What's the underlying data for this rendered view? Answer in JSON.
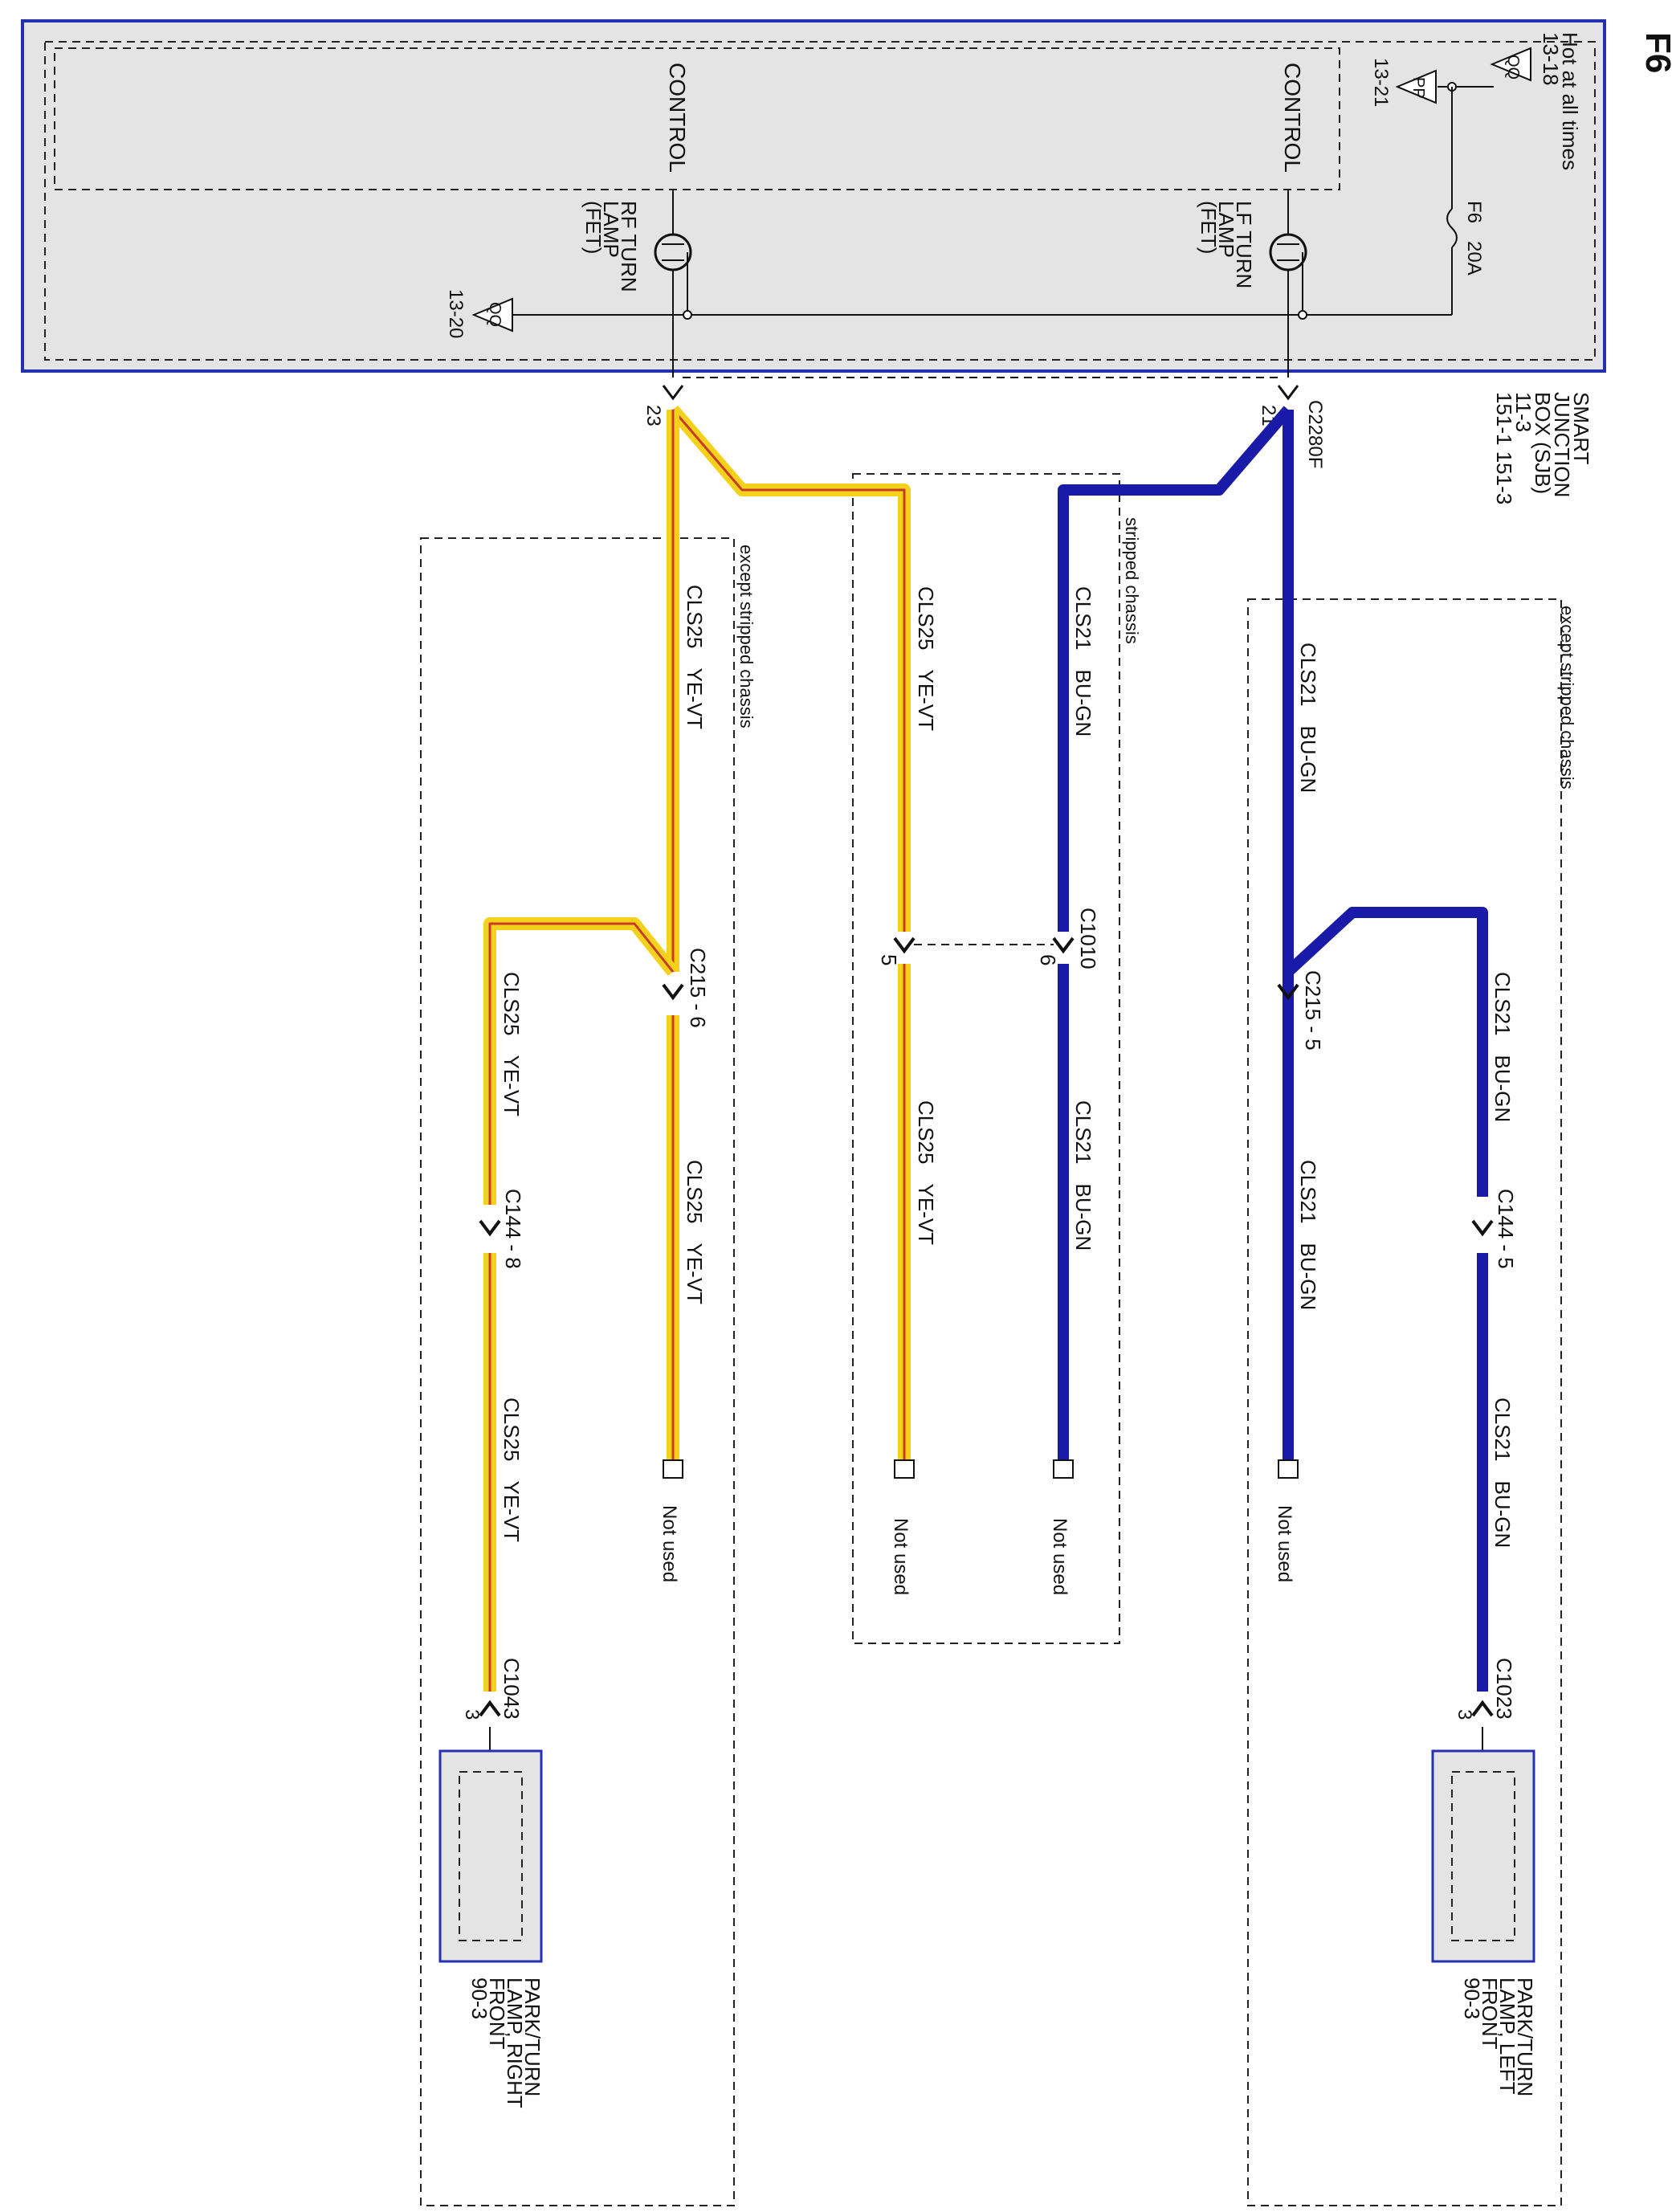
{
  "page_label": "F6",
  "sjb": {
    "name_lines": [
      "SMART",
      "JUNCTION",
      "BOX (SJB)"
    ],
    "refs": [
      "11-3",
      "151-1  151-3"
    ],
    "hot_label": "Hot at all times",
    "hot_ref": "13-18",
    "qq_top_tag": "QQ",
    "pp_tag": "PP",
    "pp_ref": "13-21",
    "fuse_id": "F6",
    "fuse_rating": "20A",
    "control_left": "CONTROL",
    "control_right": "CONTROL",
    "lf_fet_lines": [
      "LF TURN",
      "LAMP",
      "(FET)"
    ],
    "rf_fet_lines": [
      "RF TURN",
      "LAMP",
      "(FET)"
    ],
    "qq_bottom_tag": "QQ",
    "qq_bottom_ref": "13-20",
    "connector": "C2280F",
    "pin_left": "21",
    "pin_right": "23"
  },
  "groups": {
    "stripped": "stripped chassis",
    "except_left": "except stripped chassis",
    "except_right": "except stripped chassis"
  },
  "wires": {
    "bu_gn": "BU-GN",
    "ye_vt": "YE-VT",
    "cls21": "CLS21",
    "cls25": "CLS25"
  },
  "connectors": {
    "c215_5": "C215 - 5",
    "c215_6": "C215 - 6",
    "c1010": "C1010",
    "c1010_pin6": "6",
    "c1010_pin5": "5",
    "c144_5": "C144 - 5",
    "c144_8": "C144 - 8",
    "c1023": "C1023",
    "c1023_pin": "3",
    "c1043": "C1043",
    "c1043_pin": "3"
  },
  "not_used": "Not used",
  "lamp_left": {
    "lines": [
      "PARK/TURN",
      "LAMP, LEFT",
      "FRONT"
    ],
    "ref": "90-3"
  },
  "lamp_right": {
    "lines": [
      "PARK/TURN",
      "LAMP, RIGHT",
      "FRONT"
    ],
    "ref": "90-3"
  },
  "colors": {
    "blue_wire": "#1a1aa8",
    "yellow_wire": "#f4d21c",
    "violet_stripe": "#c83a2a",
    "sjb_fill": "#e4e4e4",
    "sjb_border": "#2430b0"
  }
}
